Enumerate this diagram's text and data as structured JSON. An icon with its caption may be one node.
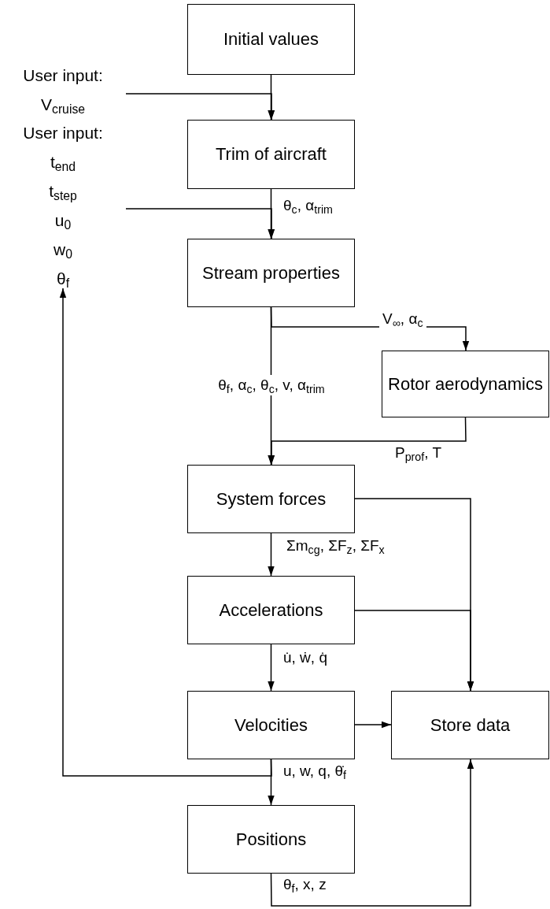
{
  "diagram": {
    "nodes": [
      {
        "text": [
          "Initial values"
        ]
      },
      {
        "text": [
          "User input:",
          "V$_{cruise}$"
        ]
      },
      {
        "text": [
          "Trim of aircraft"
        ]
      },
      {
        "text": [
          "User input:",
          "t$_{end}$",
          "t$_{step}$",
          "u$_{0}$",
          "w$_{0}$",
          "θ$_{f}$"
        ]
      },
      {
        "text": [
          "Stream properties"
        ]
      },
      {
        "text": [
          "Rotor aerodynamics"
        ]
      },
      {
        "text": [
          "System forces"
        ]
      },
      {
        "text": [
          "Accelerations"
        ]
      },
      {
        "text": [
          "Velocities"
        ]
      },
      {
        "text": [
          "Store data"
        ]
      },
      {
        "text": [
          "Positions"
        ]
      }
    ],
    "edges": [
      {
        "from": 0,
        "to": 2,
        "arrow": "to"
      },
      {
        "from": 1,
        "to": 2,
        "arrow": "to"
      },
      {
        "from": 2,
        "to": 4,
        "arrow": "to",
        "label": "θ$_{c}$, α$_{trim}$"
      },
      {
        "from": 3,
        "to": 4,
        "arrow": "to"
      },
      {
        "from": 4,
        "to": 5,
        "arrow": "to",
        "label": "V$_{∞}$, α$_{c}$"
      },
      {
        "from": 4,
        "to": 6,
        "arrow": "to",
        "label": "θ$_{f}$, α$_{c}$, θ$_{c}$, v, α$_{trim}$"
      },
      {
        "from": 5,
        "to": 6,
        "arrow": "to",
        "label": "P$_{prof}$, T"
      },
      {
        "from": 6,
        "to": 7,
        "arrow": "to",
        "label": "Σm$_{cg}$, ΣF$_{z}$, ΣF$_{x}$"
      },
      {
        "from": 6,
        "to": 9,
        "arrow": "to"
      },
      {
        "from": 7,
        "to": 9,
        "arrow": "to"
      },
      {
        "from": 8,
        "to": 9,
        "arrow": "to"
      },
      {
        "from": 7,
        "to": 8,
        "arrow": "to",
        "label": "u̇, ẇ, q̇"
      },
      {
        "from": 8,
        "to": 10,
        "arrow": "to",
        "label": "u, w, q, θ̇$_{f}$"
      },
      {
        "from": 8,
        "to": 3,
        "arrow": "to"
      },
      {
        "from": 10,
        "to": 9,
        "arrow": "to",
        "label": "θ$_{f}$, x, z"
      }
    ]
  }
}
